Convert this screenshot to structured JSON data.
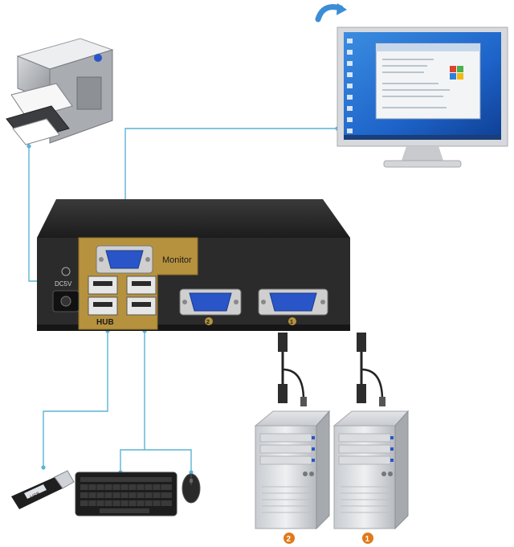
{
  "kvm": {
    "monitor_label": "Monitor",
    "hub_label": "HUB",
    "power_label": "DC5V",
    "port1_label": "1",
    "port2_label": "2"
  },
  "computers": [
    {
      "label": "2"
    },
    {
      "label": "1"
    }
  ],
  "usb_stick": {
    "label": "USB"
  },
  "colors": {
    "connector_line": "#5ab4d6",
    "kvm_body": "#2b2b2b",
    "gold_panel": "#b6923e",
    "vga_blue": "#2a55c8",
    "screen_blue": "#1d63c9",
    "badge_orange": "#e07a1a"
  },
  "icons": [
    "printer-icon",
    "monitor-icon",
    "kvm-switch-icon",
    "usb-stick-icon",
    "keyboard-icon",
    "mouse-icon",
    "computer-tower-icon",
    "vga-cable-icon",
    "refresh-arrow-icon"
  ]
}
